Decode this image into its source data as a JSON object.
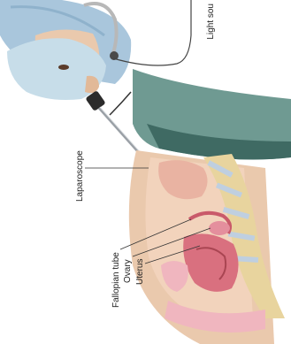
{
  "labels": {
    "light_source": "Light sou",
    "laparoscope": "Laparoscope",
    "fallopian_tube": "Fallopian tube",
    "ovary": "Ovary",
    "uterus": "Uterus"
  },
  "colors": {
    "surgeon_cap": "#a9c6dc",
    "surgeon_mask": "#c7dde9",
    "skin": "#eac9ad",
    "drape": "#6f9a92",
    "drape_shadow": "#3f6a63",
    "abdominal_cavity": "#f2d3bc",
    "organ_pink": "#e48f9d",
    "uterus": "#d9707f",
    "spine_bone": "#e8d49e",
    "spine_disc": "#bfcfe0",
    "pelvic_floor": "#f0b6bf",
    "leader_line": "#333333",
    "instrument": "#2b2b2b"
  }
}
